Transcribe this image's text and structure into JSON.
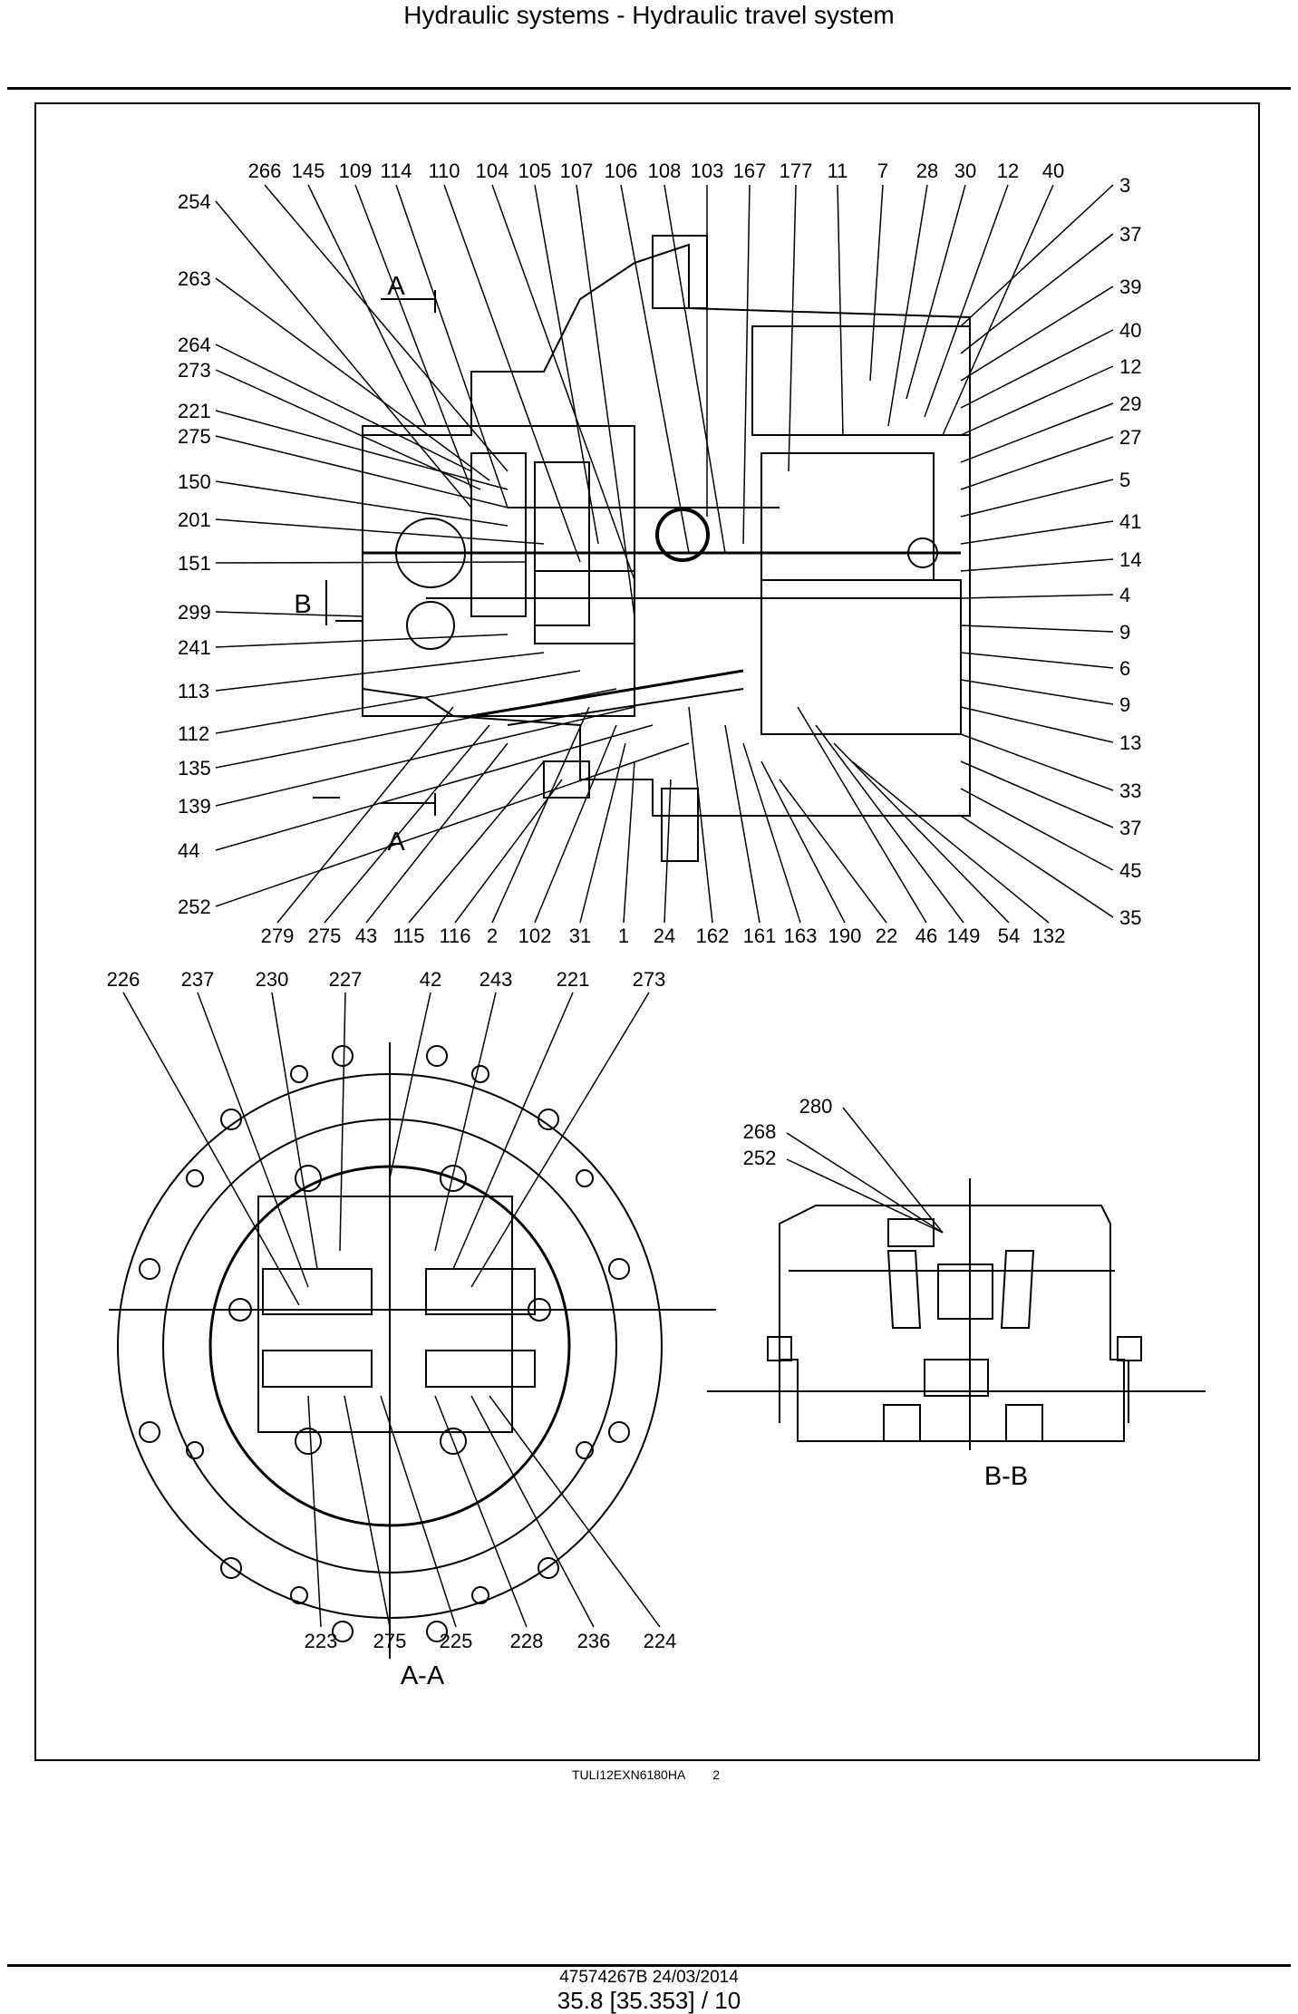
{
  "header": {
    "title": "Hydraulic systems - Hydraulic travel system"
  },
  "figure": {
    "reference": "TULI12EXN6180HA",
    "number": "2",
    "section_labels": {
      "a_marker": "A",
      "b_marker": "B",
      "aa": "A-A",
      "bb": "B-B"
    },
    "callouts_top": [
      "266",
      "145",
      "109",
      "114",
      "110",
      "104",
      "105",
      "107",
      "106",
      "108",
      "103",
      "167",
      "177",
      "11",
      "7",
      "28",
      "30",
      "12",
      "40"
    ],
    "callouts_left": [
      "254",
      "263",
      "264",
      "273",
      "221",
      "275",
      "150",
      "201",
      "151",
      "299",
      "241",
      "113",
      "112",
      "135",
      "139",
      "44",
      "252"
    ],
    "callouts_right": [
      "3",
      "37",
      "39",
      "40",
      "12",
      "29",
      "27",
      "5",
      "41",
      "14",
      "4",
      "9",
      "6",
      "9",
      "13",
      "33",
      "37",
      "45",
      "35"
    ],
    "callouts_bottom": [
      "279",
      "275",
      "43",
      "115",
      "116",
      "2",
      "102",
      "31",
      "1",
      "24",
      "162",
      "161",
      "163",
      "190",
      "22",
      "46",
      "149",
      "54",
      "132"
    ],
    "callouts_aa_top": [
      "226",
      "237",
      "230",
      "227",
      "42",
      "243",
      "221",
      "273"
    ],
    "callouts_aa_bottom": [
      "223",
      "275",
      "225",
      "228",
      "236",
      "224"
    ],
    "callouts_bb": [
      "280",
      "268",
      "252"
    ]
  },
  "footer": {
    "document": "47574267B 24/03/2014",
    "page": "35.8 [35.353] / 10"
  }
}
